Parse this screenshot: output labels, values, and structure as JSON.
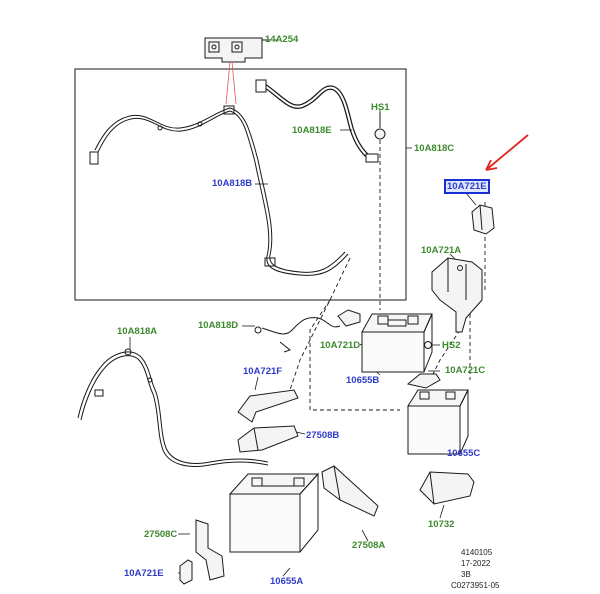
{
  "labels": {
    "l14a254": "14A254",
    "hs1": "HS1",
    "l10a818e": "10A818E",
    "l10a818c": "10A818C",
    "l10a818b": "10A818B",
    "l10a721e_top": "10A721E",
    "l10a721a": "10A721A",
    "l10a818d": "10A818D",
    "l10a721d": "10A721D",
    "hs2": "HS2",
    "l10a818a": "10A818A",
    "l10655b": "10655B",
    "l10a721c": "10A721C",
    "l10a721f": "10A721F",
    "l27508b": "27508B",
    "l10655c": "10655C",
    "l10732": "10732",
    "l27508c": "27508C",
    "l27508a": "27508A",
    "l10a721e_bottom": "10A721E",
    "l10655a": "10655A"
  },
  "footer": {
    "line1": "4140105",
    "line2": "17-2022",
    "line3": "3B",
    "line4": "C0273951-05"
  },
  "colors": {
    "green_label": "#3c8a2e",
    "blue_label": "#2f3cc9",
    "selection": "#1a2fd0",
    "pointer_arrow": "#e0261e",
    "line": "#1a1a1a"
  }
}
